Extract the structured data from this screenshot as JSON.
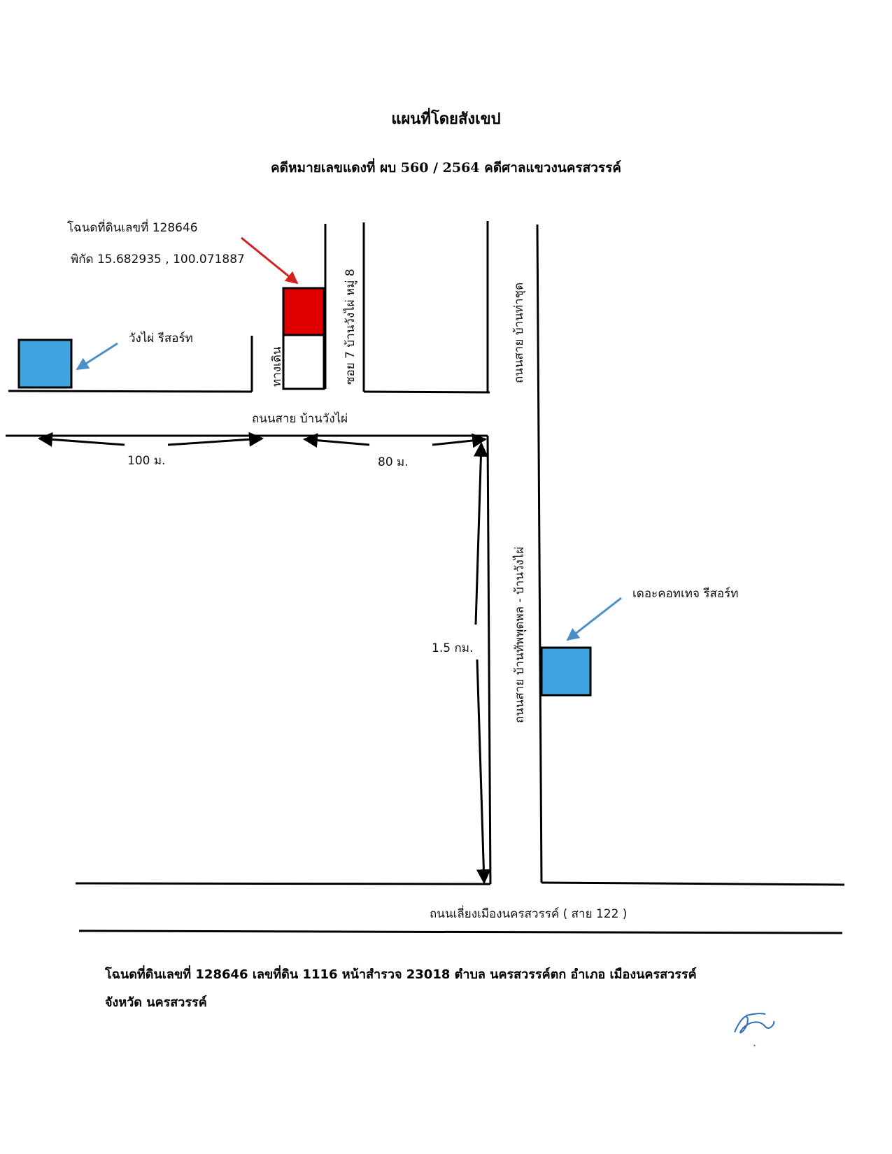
{
  "header": {
    "title": "แผนที่โดยสังเขป",
    "case_line": "คดีหมายเลขแดงที่ ผบ 560 / 2564  คดีศาลแขวงนครสวรรค์"
  },
  "map": {
    "deed_label": "โฉนดที่ดินเลขที่ 128646",
    "coordinates_label": "พิกัด 15.682935 , 100.071887",
    "landmarks": {
      "wang_phai_resort": "วังไผ่ รีสอร์ท",
      "cottage_resort": "เดอะคอทเทจ รีสอร์ท"
    },
    "roads": {
      "soi_7": "ซอย 7 บ้านวังไผ่ หมู่ 8",
      "walkway": "ทางเดิน",
      "ban_wang_phai_road": "ถนนสาย บ้านวังไผ่",
      "tha_chut_road": "ถนนสาย บ้านท่าชุด",
      "thap_phut_road": "ถนนสาย บ้านทัพพุดพล - บ้านวังไผ่",
      "bypass_road": "ถนนเลี่ยงเมืองนครสวรรค์ ( สาย 122 )"
    },
    "distances": {
      "d1": "100 ม.",
      "d2": "80 ม.",
      "d3": "1.5 กม."
    },
    "colors": {
      "target_plot": "#e00000",
      "landmark_box": "#3fa3df",
      "pointer_red": "#d42020",
      "pointer_blue": "#4a90c8",
      "signature": "#2f6fb5"
    }
  },
  "footer": {
    "line1": "โฉนดที่ดินเลขที่ 128646 เลขที่ดิน 1116 หน้าสำรวจ 23018  ตำบล นครสวรรค์ตก  อำเภอ เมืองนครสวรรค์",
    "line2": "จังหวัด นครสวรรค์"
  }
}
